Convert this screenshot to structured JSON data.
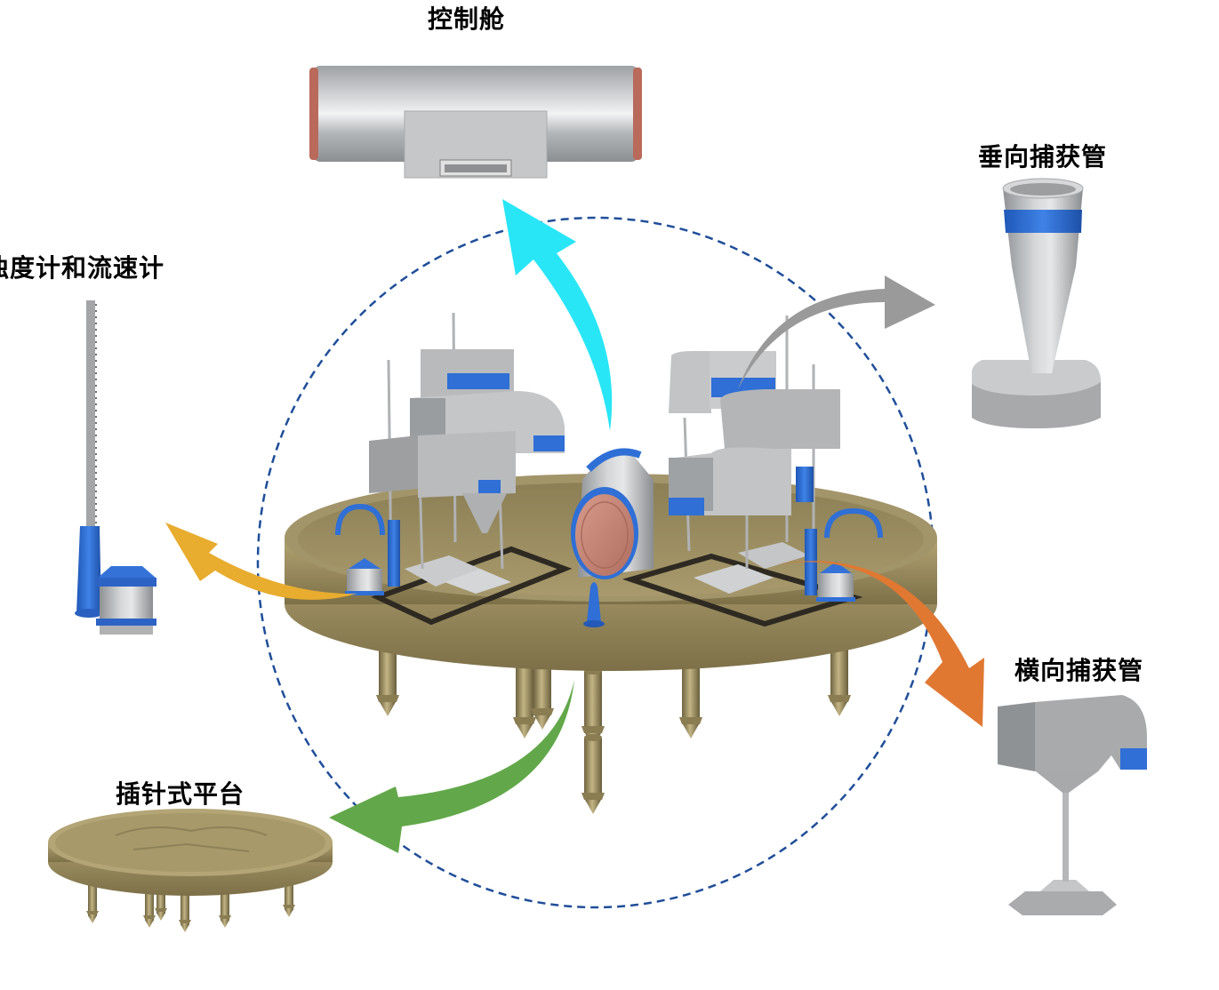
{
  "labels": {
    "control_cabin": "控制舱",
    "vertical_trap": "垂向捕获管",
    "turbidity_flow": "浊度计和流速计",
    "horizontal_trap": "横向捕获管",
    "pin_platform": "插针式平台"
  },
  "colors": {
    "arrow_control": "#29e6f7",
    "arrow_vertical": "#9a9a9a",
    "arrow_turbidity": "#e8ac2e",
    "arrow_horizontal": "#e07832",
    "arrow_platform": "#62a84a",
    "dashed_circle": "#1f4e99",
    "brass": "#a8996a",
    "steel": "#b8babd",
    "blue_band": "#2f6fd6",
    "copper": "#c98576"
  }
}
